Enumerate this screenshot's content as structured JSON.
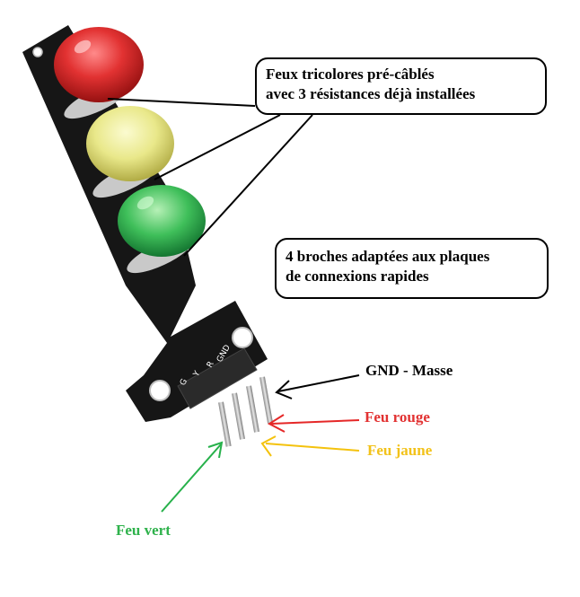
{
  "callouts": {
    "resistors": {
      "line1": "Feux tricolores pré-câblés",
      "line2": "avec 3 résistances déjà installées"
    },
    "pins": {
      "line1": "4 broches adaptées aux plaques",
      "line2": "de connexions rapides"
    }
  },
  "pin_labels": {
    "gnd": "GND - Masse",
    "red": "Feu rouge",
    "yellow": "Feu jaune",
    "green": "Feu vert"
  },
  "board_silkscreen": [
    "G",
    "Y",
    "R",
    "GND"
  ],
  "colors": {
    "red": "#e23232",
    "yellow": "#f2c21a",
    "green": "#2fb24c",
    "board": "#161616"
  }
}
